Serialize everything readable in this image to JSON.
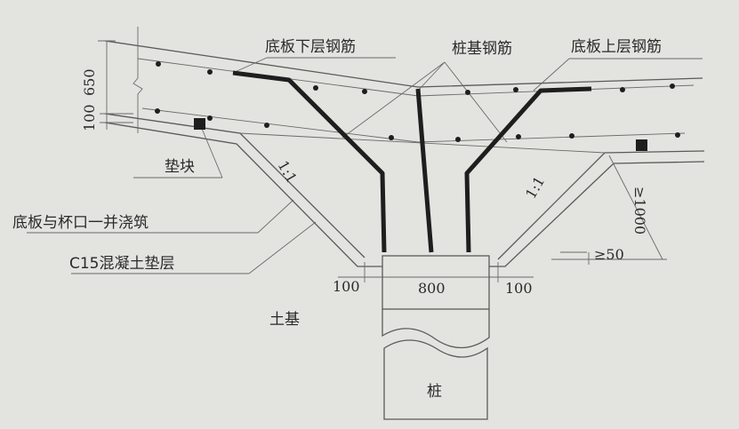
{
  "labels": {
    "bottom_rebar": "底板下层钢筋",
    "pile_rebar": "桩基钢筋",
    "top_rebar": "底板上层钢筋",
    "cushion_block": "垫块",
    "cast_together": "底板与杯口一并浇筑",
    "c15_layer": "C15混凝土垫层",
    "soil": "土基",
    "pile": "桩"
  },
  "dimensions": {
    "slab_thickness": "650",
    "cushion_thickness": "100",
    "left_gap": "100",
    "pile_width": "800",
    "right_gap": "100",
    "depth_min": "≥1000",
    "step_min": "≥50",
    "slope_left": "1:1",
    "slope_right": "1:1"
  }
}
